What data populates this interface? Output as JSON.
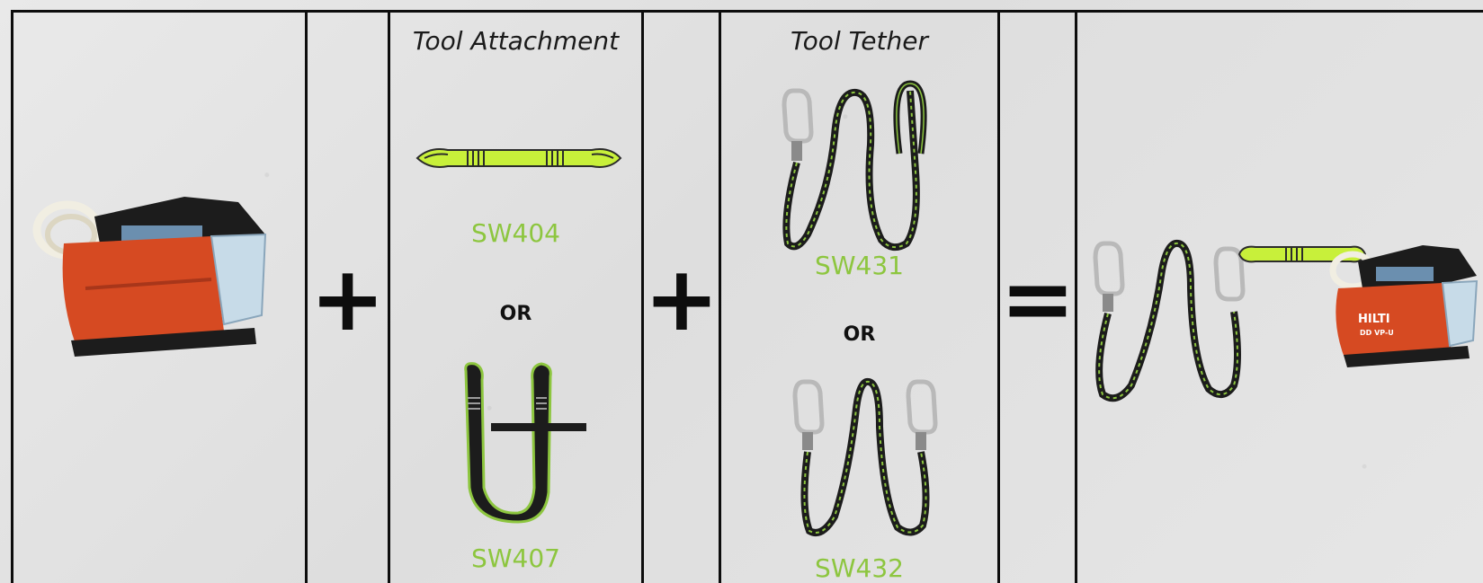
{
  "steps": {
    "device": {
      "icon": "vacuum-pump-icon"
    },
    "plus_1": {
      "symbol": "+"
    },
    "attachment": {
      "heading": "Tool Attachment",
      "option_a": {
        "code": "SW404",
        "icon": "straight-sling-icon"
      },
      "or_label": "OR",
      "option_b": {
        "code": "SW407",
        "icon": "u-sling-with-strap-icon"
      }
    },
    "plus_2": {
      "symbol": "+"
    },
    "tether": {
      "heading": "Tool Tether",
      "option_a": {
        "code": "SW431",
        "icon": "tether-carabiner-loop-icon"
      },
      "or_label": "OR",
      "option_b": {
        "code": "SW432",
        "icon": "tether-double-carabiner-icon"
      }
    },
    "equals": {
      "symbol": "="
    },
    "result": {
      "icon": "tethered-vacuum-pump-icon",
      "device_brand": "HILTI",
      "device_model": "DD VP-U"
    }
  },
  "colors": {
    "accent_green": "#8dc63f",
    "sling_yellow": "#c8f03a",
    "device_red": "#d64a22",
    "border": "#0d0d0d"
  }
}
